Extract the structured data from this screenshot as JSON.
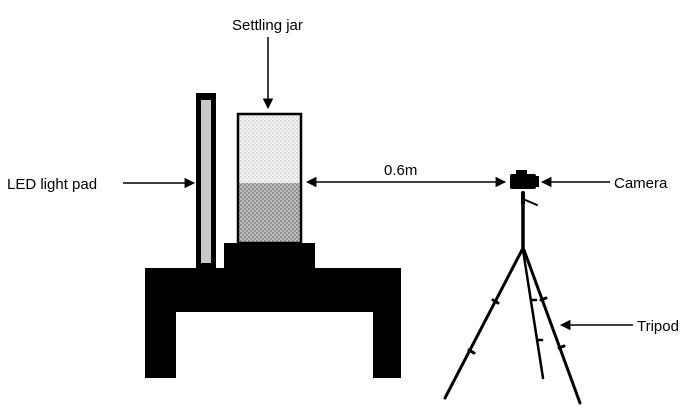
{
  "labels": {
    "settling_jar": "Settling jar",
    "led_light_pad": "LED light pad",
    "distance": "0.6m",
    "camera": "Camera",
    "tripod": "Tripod"
  },
  "icons": {
    "camera": "camera-icon",
    "tripod": "tripod-icon",
    "table": "table-shape",
    "jar": "settling-jar-shape",
    "light_pad": "led-light-pad-shape"
  },
  "colors": {
    "ink": "#000000",
    "background": "#ffffff",
    "light_pad_face": "#c8c8c8",
    "jar_upper": "#ececec",
    "jar_sediment": "#a9a9a9"
  }
}
